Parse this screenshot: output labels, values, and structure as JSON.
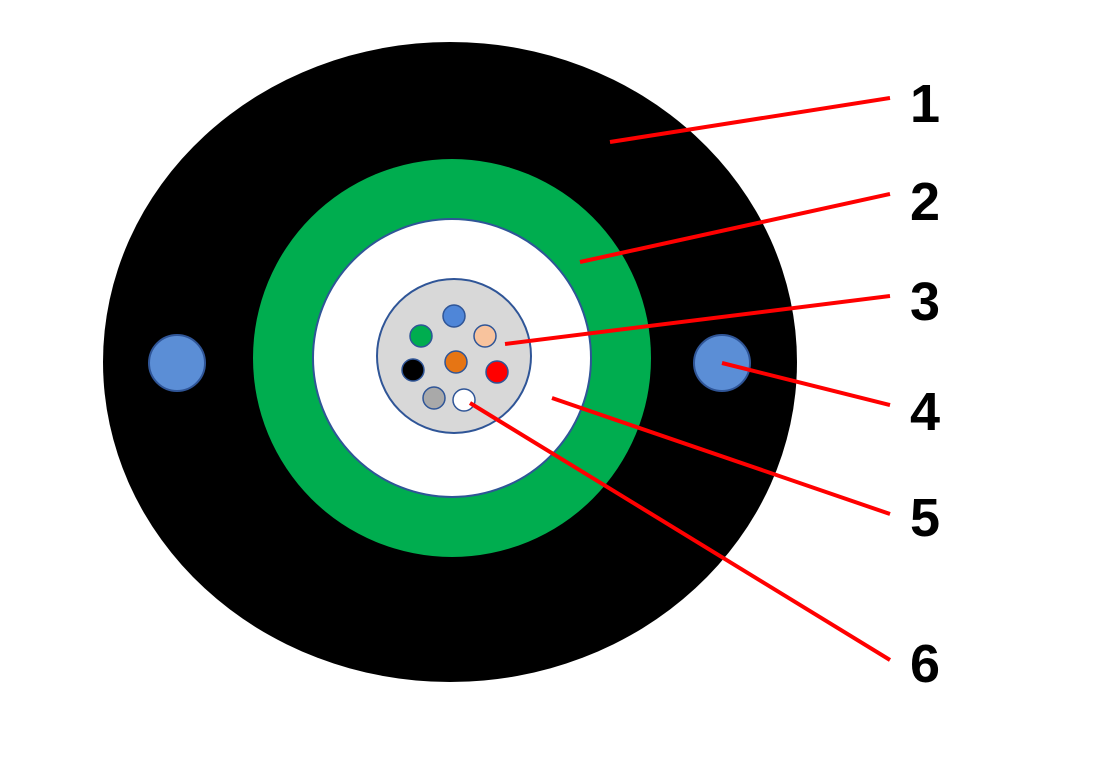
{
  "colors": {
    "outer_sheath": "#000000",
    "armor_layer": "#00ad4f",
    "filler_layer": "#ffffff",
    "loose_tube": "#d8d8d8",
    "tube_outline": "#2f5597",
    "strength_member": "#5b8ed6",
    "callout_line": "#ff0000",
    "label_text": "#000000"
  },
  "fibers": [
    {
      "color_name": "blue",
      "hex": "#4f86d8"
    },
    {
      "color_name": "peach",
      "hex": "#f8c39d"
    },
    {
      "color_name": "red",
      "hex": "#ff0000"
    },
    {
      "color_name": "white",
      "hex": "#ffffff"
    },
    {
      "color_name": "gray",
      "hex": "#a9a9a9"
    },
    {
      "color_name": "black",
      "hex": "#000000"
    },
    {
      "color_name": "green",
      "hex": "#00ad4f"
    },
    {
      "color_name": "orange",
      "hex": "#e67514"
    }
  ],
  "callouts": [
    {
      "label": "1",
      "part": "outer-sheath"
    },
    {
      "label": "2",
      "part": "green-layer"
    },
    {
      "label": "3",
      "part": "loose-tube"
    },
    {
      "label": "4",
      "part": "strength-member"
    },
    {
      "label": "5",
      "part": "white-layer"
    },
    {
      "label": "6",
      "part": "optical-fiber"
    }
  ]
}
